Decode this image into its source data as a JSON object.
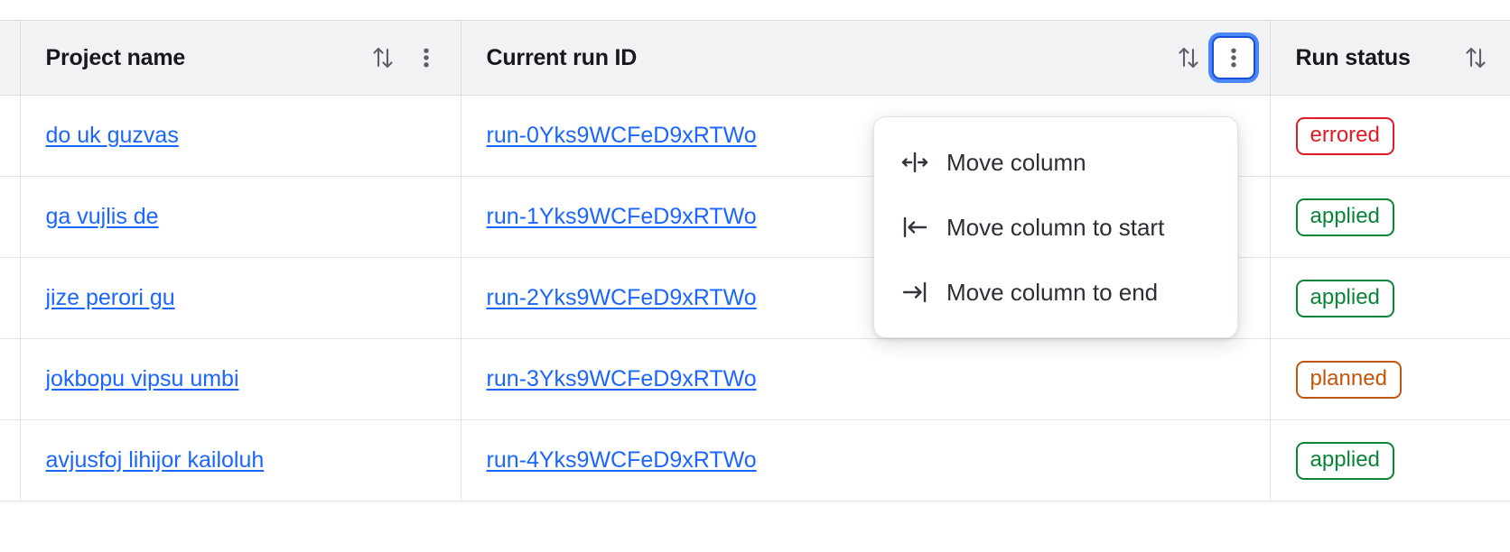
{
  "table": {
    "columns": [
      {
        "key": "project_name",
        "label": "Project name",
        "sort_icon": "sort-updown-icon",
        "kebab_icon": "kebab-menu-icon",
        "has_kebab": true,
        "kebab_focused": false
      },
      {
        "key": "current_run_id",
        "label": "Current run ID",
        "sort_icon": "sort-updown-icon",
        "kebab_icon": "kebab-menu-icon",
        "has_kebab": true,
        "kebab_focused": true
      },
      {
        "key": "run_status",
        "label": "Run status",
        "sort_icon": "sort-updown-icon",
        "has_kebab": false,
        "kebab_focused": false
      }
    ],
    "rows": [
      {
        "project_name": "do uk guzvas",
        "current_run_id": "run-0Yks9WCFeD9xRTWo",
        "run_status": "errored",
        "status_variant": "errored"
      },
      {
        "project_name": "ga vujlis de",
        "current_run_id": "run-1Yks9WCFeD9xRTWo",
        "run_status": "applied",
        "status_variant": "applied"
      },
      {
        "project_name": "jize perori gu",
        "current_run_id": "run-2Yks9WCFeD9xRTWo",
        "run_status": "applied",
        "status_variant": "applied"
      },
      {
        "project_name": "jokbopu vipsu umbi",
        "current_run_id": "run-3Yks9WCFeD9xRTWo",
        "run_status": "planned",
        "status_variant": "planned"
      },
      {
        "project_name": "avjusfoj lihijor kailoluh",
        "current_run_id": "run-4Yks9WCFeD9xRTWo",
        "run_status": "applied",
        "status_variant": "applied"
      }
    ]
  },
  "column_menu": {
    "open_for_column": "Current run ID",
    "items": [
      {
        "label": "Move column",
        "icon": "move-column-icon"
      },
      {
        "label": "Move column to start",
        "icon": "move-to-start-icon"
      },
      {
        "label": "Move column to end",
        "icon": "move-to-end-icon"
      }
    ]
  },
  "colors": {
    "link": "#1a66ff",
    "header_bg": "#f1f2f4",
    "border": "#d8dadd",
    "focus_ring": "#4a86f7",
    "status_errored": "#e01b24",
    "status_applied": "#0a8537",
    "status_planned": "#c2550a"
  }
}
